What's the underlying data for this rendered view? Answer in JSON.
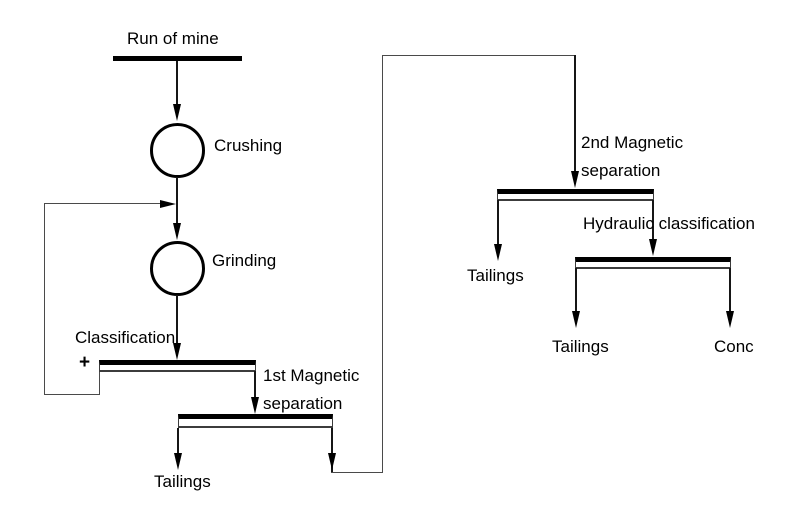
{
  "flowsheet": {
    "feed_label": "Run of mine",
    "crushing_label": "Crushing",
    "grinding_label": "Grinding",
    "classification_label": "Classification",
    "oversize_symbol": "+",
    "mag_sep_1_label": "1st Magnetic\nseparation",
    "mag_sep_1_tailings_label": "Tailings",
    "mag_sep_2_label": "2nd Magnetic\nseparation",
    "mag_sep_2_tailings_label": "Tailings",
    "hydraulic_classification_label": "Hydraulic classification",
    "hydraulic_tailings_label": "Tailings",
    "concentrate_label": "Conc"
  },
  "colors": {
    "background": "#ffffff",
    "text": "#000000",
    "main_line": "#161616",
    "thin_line": "#4a4a4a",
    "bar": "#000000"
  }
}
